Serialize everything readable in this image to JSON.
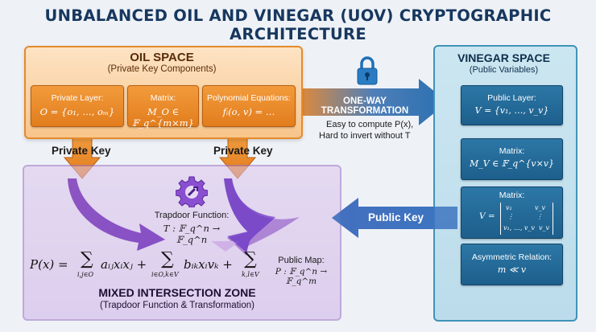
{
  "title": "UNBALANCED OIL AND VINEGAR (UOV) CRYPTOGRAPHIC ARCHITECTURE",
  "oil": {
    "title": "OIL SPACE",
    "subtitle": "(Private Key Components)",
    "boxes": [
      {
        "label": "Private Layer:",
        "math": "O = {o₁, …, oₘ}"
      },
      {
        "label": "Matrix:",
        "math": "M_O ∈ 𝔽_q^{m×m}"
      },
      {
        "label": "Polynomial Equations:",
        "math": "fᵢ(o, v) = …"
      }
    ]
  },
  "vinegar": {
    "title": "VINEGAR SPACE",
    "subtitle": "(Public Variables)",
    "boxes": [
      {
        "label": "Public Layer:",
        "math": "V = {v₁, …, v_v}"
      },
      {
        "label": "Matrix:",
        "math": "M_V ∈ 𝔽_q^{v×v}"
      },
      {
        "label": "Matrix:",
        "math": "V ="
      },
      {
        "label": "Asymmetric Relation:",
        "math": "m ≪ v"
      }
    ],
    "matrix_cells": [
      "v₁",
      "v_v",
      "⋮",
      "⋮",
      "v₁, …, v_v",
      "v_v"
    ]
  },
  "transform": {
    "label": "ONE-WAY TRANSFORMATION",
    "note_line1": "Easy to compute P(x),",
    "note_line2": "Hard to invert without T"
  },
  "private_key_left": "Private Key",
  "private_key_right": "Private Key",
  "public_key": "Public Key",
  "trapdoor": {
    "label": "Trapdoor Function:",
    "math": "T : 𝔽_q^n → 𝔽_q^n"
  },
  "formula": {
    "lhs": "P(x) =",
    "sum1": "∑",
    "sub1": "i,j∈O",
    "term1": "aᵢⱼxᵢxⱼ +",
    "sum2": "∑",
    "sub2": "i∈O,k∈V",
    "term2": "bᵢₖxᵢvₖ +",
    "sum3": "∑",
    "sub3": "k,l∈V"
  },
  "public_map": {
    "label": "Public Map:",
    "math": "P : 𝔽_q^n → 𝔽_q^m"
  },
  "mixed": {
    "title": "MIXED INTERSECTION ZONE",
    "subtitle": "(Trapdoor Function & Transformation)"
  },
  "colors": {
    "oil_accent": "#e27d1d",
    "vinegar_accent": "#1d5f8c",
    "mixed_accent": "#9a6fc4",
    "purple_arrow": "#7a3fc0"
  }
}
